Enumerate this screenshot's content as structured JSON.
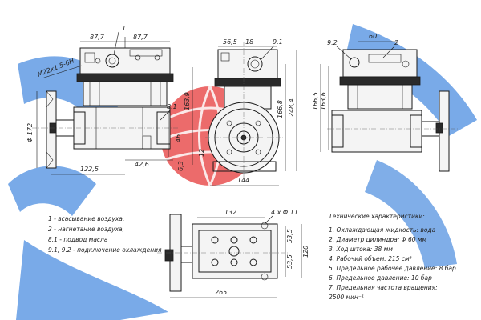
{
  "colors": {
    "watermark_blue": "#4f8fe0",
    "watermark_red": "#e84848",
    "line": "#1a1a1a"
  },
  "dimensions": {
    "d_87_7_left": "87,7",
    "d_87_7_right": "87,7",
    "callout_1": "1",
    "thread": "M22x1,5-6H",
    "d_172": "Φ 172",
    "d_122_5": "122,5",
    "d_42_6": "42,6",
    "d_6_3": "6,3",
    "d_46": "46",
    "d_163_9": "163,9",
    "d_8_1": "8.1",
    "d_56_5": "56,5",
    "d_18": "18",
    "d_9_1": "9.1",
    "d_166_8": "166,8",
    "d_248_4": "248,4",
    "d_12": "12",
    "d_144": "144",
    "d_9_2": "9.2",
    "d_60": "60",
    "callout_2": "2",
    "d_166_5": "166,5",
    "d_163_6": "163,6",
    "d_132": "132",
    "d_4x11": "4 x Φ 11",
    "d_53_5a": "53,5",
    "d_53_5b": "53,5",
    "d_120": "120",
    "d_265": "265"
  },
  "legend": [
    "1 - всасывание воздуха,",
    "2 - нагнетание воздуха,",
    "8.1 - подвод масла",
    "9.1, 9.2 - подключение охлаждения"
  ],
  "specs": {
    "title": "Технические характеристики:",
    "items": [
      "1. Охлаждающая жидкость: вода",
      "2. Диаметр цилиндра: Φ 60 мм",
      "3. Ход штока: 38 мм",
      "4. Рабочий объем: 215 см³",
      "5. Предельное рабочее давление: 8 бар",
      "6. Предельное давление: 10 бар",
      "7. Предельная частота вращения:",
      "2500 мин⁻¹"
    ]
  }
}
